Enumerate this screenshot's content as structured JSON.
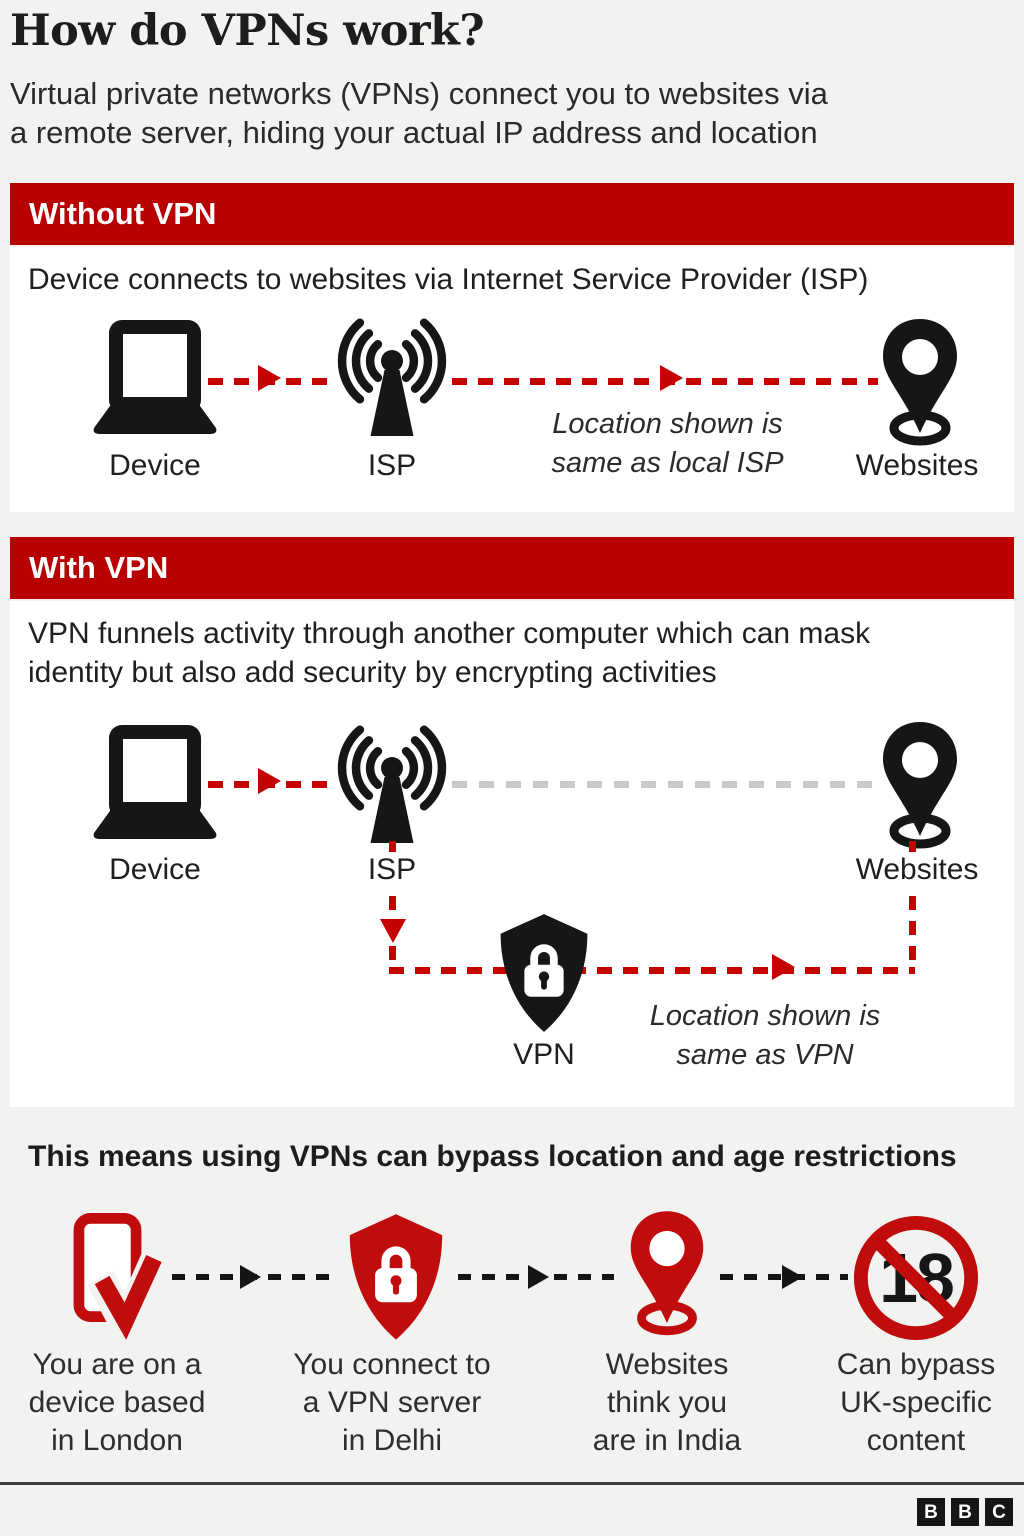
{
  "colors": {
    "page_bg": "#f2f2f0",
    "panel_bg": "#ffffff",
    "brand_red": "#b80000",
    "icon_red": "#c00c0c",
    "arrow_red": "#c40000",
    "gray_dash": "#c9c9c9",
    "text_dark": "#1f1f1f"
  },
  "header": {
    "title": "How do VPNs work?",
    "subtitle_line1": "Virtual private networks (VPNs) connect you to websites via",
    "subtitle_line2": "a remote server, hiding your actual IP address and location"
  },
  "without_vpn": {
    "banner": "Without VPN",
    "description": "Device connects to websites via Internet Service Provider (ISP)",
    "device_label": "Device",
    "isp_label": "ISP",
    "websites_label": "Websites",
    "note_line1": "Location shown is",
    "note_line2": "same as local ISP"
  },
  "with_vpn": {
    "banner": "With VPN",
    "description_line1": "VPN funnels activity through another computer which can mask",
    "description_line2": "identity but also add security by encrypting activities",
    "device_label": "Device",
    "isp_label": "ISP",
    "websites_label": "Websites",
    "vpn_label": "VPN",
    "note_line1": "Location shown is",
    "note_line2": "same as VPN"
  },
  "bypass": {
    "heading": "This means using VPNs can bypass location and age restrictions",
    "steps": [
      {
        "icon": "phone-check-icon",
        "lines": [
          "You are on a",
          "device based",
          "in London"
        ]
      },
      {
        "icon": "shield-lock-icon",
        "lines": [
          "You connect to",
          "a VPN server",
          "in Delhi"
        ]
      },
      {
        "icon": "location-pin-icon",
        "lines": [
          "Websites",
          "think you",
          "are in India"
        ]
      },
      {
        "icon": "age-18-ban-icon",
        "badge": "18",
        "lines": [
          "Can bypass",
          "UK-specific",
          "content"
        ]
      }
    ]
  },
  "footer": {
    "logo": [
      "B",
      "B",
      "C"
    ]
  }
}
